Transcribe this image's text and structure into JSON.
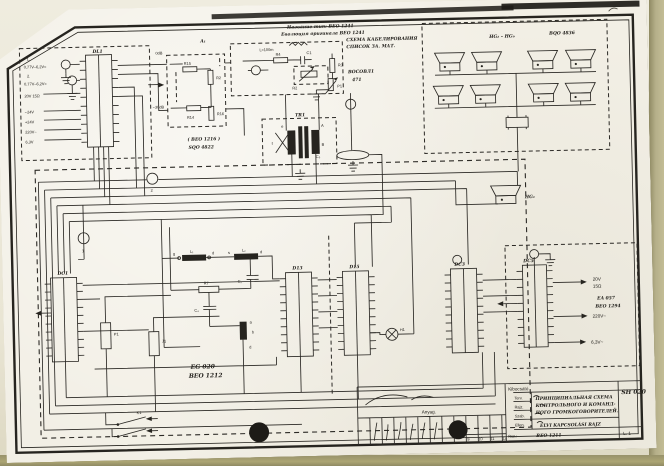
{
  "palette": {
    "paper": "#f2efe5",
    "ink": "#26241f",
    "handwriting": "#1c1a16",
    "scan_bed": "#b3ab7f"
  },
  "ann": {
    "l1": "Название тип: ВЕО 1241",
    "l2": "Еволюция оригинала ВЕО 1241",
    "r1": "СХЕМА КАБЕЛИРОВАНИЯ",
    "r2": "СПИСОК ЗА. МАТ.",
    "hw1": "ВОСОВЛ1",
    "hw2": "471",
    "ea1": "EA 057",
    "ea2": "BEO 1294",
    "eg1": "EG 020",
    "eg2": "BEO 1212",
    "sq1": "( BEO 1216 )",
    "sq2": "SQO 4822",
    "cable": "L≈100m"
  },
  "in": {
    "n1": "1.",
    "v1": "0,77V–6,2V≈",
    "n2": "2.",
    "v2": "0,77V–6,2V≈",
    "v3": "20V 15Ω",
    "v4": "−24V",
    "v5": "+24V",
    "v6": "220V~",
    "v7": "6,3V",
    "conn": "DL1"
  },
  "att": {
    "name": "A₁",
    "db0": "0dB",
    "db30": "−30dB",
    "r15": "R15",
    "r2": "R2",
    "r14": "R14",
    "r16": "R16"
  },
  "ctl": {
    "r4": "R4",
    "c1": "C1",
    "r2": "R2",
    "r3": "R3",
    "p1": "P1"
  },
  "tr": {
    "name": "TR1",
    "e": "e",
    "f": "f",
    "a": "A",
    "b": "B",
    "c5": "C₅"
  },
  "spk": {
    "range": "HG₂ – HG₉",
    "type": "BQO 4836",
    "hg1": "HG₁"
  },
  "ea": {
    "conn": "DC5",
    "o1a": "20V",
    "o1b": "15Ω",
    "o2": "220V~",
    "o3": "6,3V~"
  },
  "conn": {
    "dc1": "DC1",
    "d13": "D13",
    "d15": "D15",
    "dc3": "DC3"
  },
  "cmp": {
    "l1": "L₁",
    "l2": "L₂",
    "r7": "R7",
    "c2": "C₂",
    "c4": "C₄",
    "p1": "P1",
    "j1": "J1",
    "h1": "H1",
    "k1": "K1",
    "m1": "1",
    "m2": "2",
    "tg": "g",
    "td": "d",
    "ts": "s",
    "td2": "d",
    "ta": "a",
    "tb": "b",
    "td3": "d"
  },
  "tb": {
    "issuer": "Kibocsátó",
    "r1": "Terv.",
    "r2": "Rajz.",
    "r3": "Szab.",
    "r4": "Ellen.",
    "r5": "Rsz.:",
    "ru1": "ПРИНЦИПИАЛЬНАЯ СХЕМА",
    "ru2": "КОНТРОЛЬНОГО И КОМАНД-",
    "ru3": "НОГО ГРОМКОГОВОРИТЕЛЕЙ.",
    "hu": "ELVI KAPCSOLÁSI RAJZ",
    "sh": "SH 020",
    "doc": "BEO 1211",
    "page": "L. 1",
    "anyag": "Anyag.",
    "c9": "9",
    "c10": "10",
    "c11": "11",
    "c12": "12"
  }
}
